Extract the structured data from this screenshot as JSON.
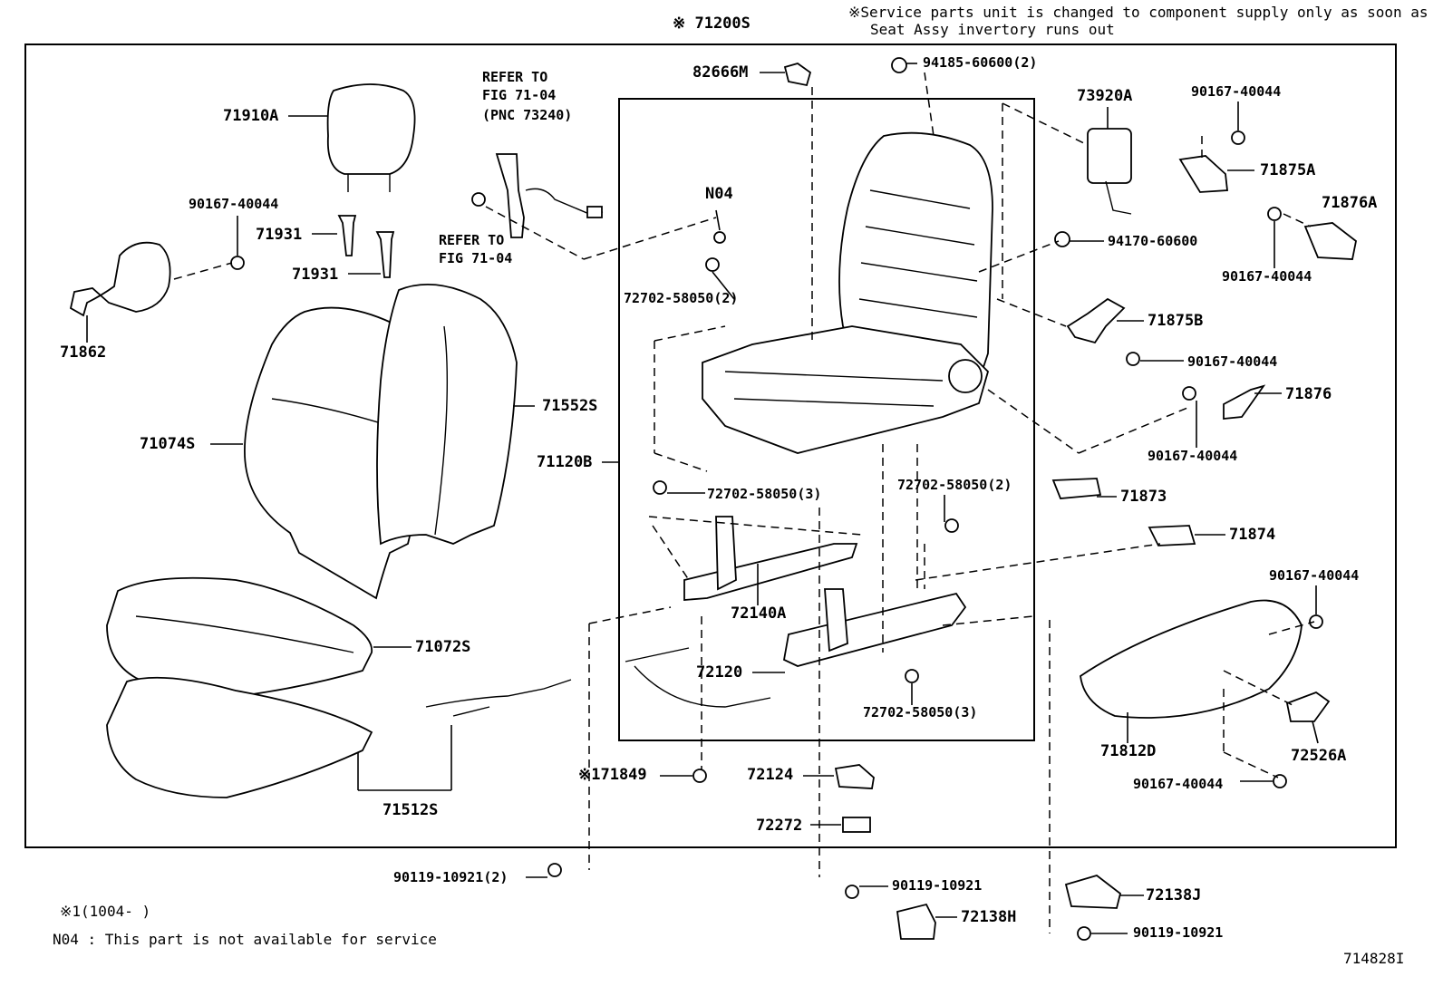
{
  "header": {
    "assembly": "※ 71200S",
    "service_note_line1": "※Service parts unit is changed to component supply only as soon as",
    "service_note_line2": "Seat Assy invertory runs out"
  },
  "footer": {
    "note_1": "※1(1004-      )",
    "note_n04": "N04 : This part is not available for service",
    "figure_id": "714828I"
  },
  "callouts": [
    {
      "id": "82666M",
      "text": "82666M"
    },
    {
      "id": "94185",
      "text": "94185-60600(2)"
    },
    {
      "id": "73920A",
      "text": "73920A"
    },
    {
      "id": "90167-tr",
      "text": "90167-40044"
    },
    {
      "id": "71875A",
      "text": "71875A"
    },
    {
      "id": "71876A",
      "text": "71876A"
    },
    {
      "id": "90167-r2",
      "text": "90167-40044"
    },
    {
      "id": "94170",
      "text": "94170-60600"
    },
    {
      "id": "71875B",
      "text": "71875B"
    },
    {
      "id": "90167-r3",
      "text": "90167-40044"
    },
    {
      "id": "71876",
      "text": "71876"
    },
    {
      "id": "90167-r4",
      "text": "90167-40044"
    },
    {
      "id": "71873",
      "text": "71873"
    },
    {
      "id": "71874",
      "text": "71874"
    },
    {
      "id": "90167-r5",
      "text": "90167-40044"
    },
    {
      "id": "71812D",
      "text": "71812D"
    },
    {
      "id": "72526A",
      "text": "72526A"
    },
    {
      "id": "90167-r6",
      "text": "90167-40044"
    },
    {
      "id": "71910A",
      "text": "71910A"
    },
    {
      "id": "90167-l1",
      "text": "90167-40044"
    },
    {
      "id": "71931a",
      "text": "71931"
    },
    {
      "id": "71931b",
      "text": "71931"
    },
    {
      "id": "71862",
      "text": "71862"
    },
    {
      "id": "71074S",
      "text": "71074S"
    },
    {
      "id": "71552S",
      "text": "71552S"
    },
    {
      "id": "71120B",
      "text": "71120B"
    },
    {
      "id": "71072S",
      "text": "71072S"
    },
    {
      "id": "71512S",
      "text": "71512S"
    },
    {
      "id": "N04",
      "text": "N04"
    },
    {
      "id": "72702-a",
      "text": "72702-58050(2)"
    },
    {
      "id": "72702-b",
      "text": "72702-58050(3)"
    },
    {
      "id": "72702-c",
      "text": "72702-58050(2)"
    },
    {
      "id": "72702-d",
      "text": "72702-58050(3)"
    },
    {
      "id": "72140A",
      "text": "72140A"
    },
    {
      "id": "72120",
      "text": "72120"
    },
    {
      "id": "71849",
      "text": "※171849"
    },
    {
      "id": "72124",
      "text": "72124"
    },
    {
      "id": "72272",
      "text": "72272"
    },
    {
      "id": "90119-a",
      "text": "90119-10921(2)"
    },
    {
      "id": "90119-b",
      "text": "90119-10921"
    },
    {
      "id": "72138H",
      "text": "72138H"
    },
    {
      "id": "72138J",
      "text": "72138J"
    },
    {
      "id": "90119-c",
      "text": "90119-10921"
    }
  ],
  "references": {
    "ref1_l1": "REFER TO",
    "ref1_l2": "FIG 71-04",
    "ref1_l3": "(PNC 73240)",
    "ref2_l1": "REFER TO",
    "ref2_l2": "FIG 71-04"
  }
}
